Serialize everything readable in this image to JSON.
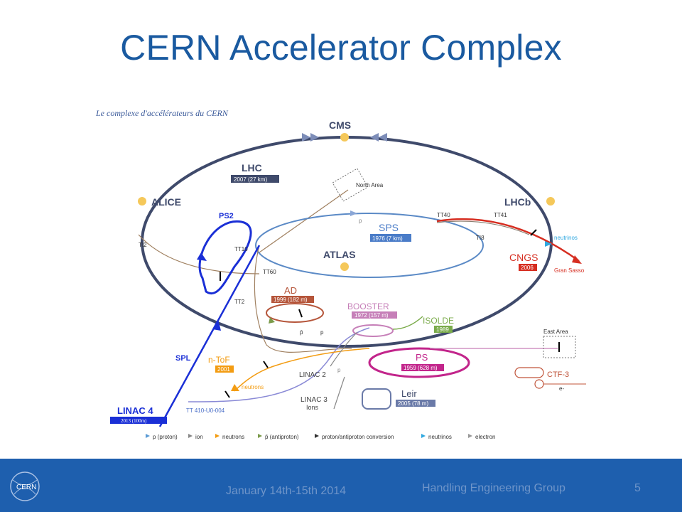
{
  "slide": {
    "title": "CERN Accelerator Complex"
  },
  "diagram": {
    "heading": "Le complexe d'accélérateurs du CERN",
    "rings": {
      "lhc": {
        "name": "LHC",
        "info": "2007 (27 km)"
      },
      "sps": {
        "name": "SPS",
        "info": "1976 (7 km)"
      },
      "ps": {
        "name": "PS",
        "info": "1959 (628 m)"
      },
      "booster": {
        "name": "BOOSTER",
        "info": "1972 (157 m)"
      },
      "ad": {
        "name": "AD",
        "info": "1999 (182 m)"
      },
      "leir": {
        "name": "Leir",
        "info": "2005 (78 m)"
      },
      "ps2": {
        "name": "PS2"
      }
    },
    "experiments": {
      "cms": "CMS",
      "alice": "ALICE",
      "lhcb": "LHCb",
      "atlas": "ATLAS"
    },
    "facilities": {
      "cngs": {
        "name": "CNGS",
        "info": "2006"
      },
      "isolde": {
        "name": "ISOLDE",
        "info": "1989"
      },
      "ntof": {
        "name": "n-ToF",
        "info": "2001"
      },
      "ctf3": {
        "name": "CTF-3"
      },
      "linac4": {
        "name": "LINAC 4",
        "info": "2013 (100m)"
      },
      "linac2": {
        "name": "LINAC 2"
      },
      "linac3": {
        "name": "LINAC 3",
        "sub": "Ions"
      }
    },
    "labels": {
      "north_area": "North Area",
      "east_area": "East Area",
      "gran_sasso": "Gran Sasso",
      "neutrinos_cngs": "neutrinos",
      "neutrinos_ntof": "neutrons",
      "tt40": "TT40",
      "tt41": "TT41",
      "tt10": "TT10",
      "tt60": "TT60",
      "tt2": "TT2",
      "ti2": "TI2",
      "ti8": "TI8",
      "spl": "SPL",
      "tt410": "TT 410-U0-004",
      "p_sps": "p",
      "p_ad": "p",
      "pbar": "p̄",
      "p_linac2": "p",
      "e_minus": "e-"
    },
    "legend": [
      {
        "text": "p (proton)",
        "color": "#5b9bd5"
      },
      {
        "text": "ion",
        "color": "#888888"
      },
      {
        "text": "neutrons",
        "color": "#f39c12"
      },
      {
        "text": "p̄ (antiproton)",
        "color": "#7a9a4a"
      },
      {
        "text": "proton/antiproton conversion",
        "color": "#333333"
      },
      {
        "text": "neutrinos",
        "color": "#2fa8e0"
      },
      {
        "text": "electron",
        "color": "#999999"
      }
    ]
  },
  "footer": {
    "date": "January 14th-15th 2014",
    "group": "Handling Engineering Group",
    "page": "5",
    "logo_text": "CERN"
  },
  "colors": {
    "title": "#1a5aa0",
    "footer_bg": "#1e5fae",
    "lhc_ring": "#3f4a6b",
    "sps_ring": "#5b8ac6",
    "ps_ring": "#c2258b",
    "booster_ring": "#c67fb8",
    "ad_ring": "#b5553a",
    "cngs": "#d62d20",
    "ps2_spl": "#1a2fd6"
  }
}
